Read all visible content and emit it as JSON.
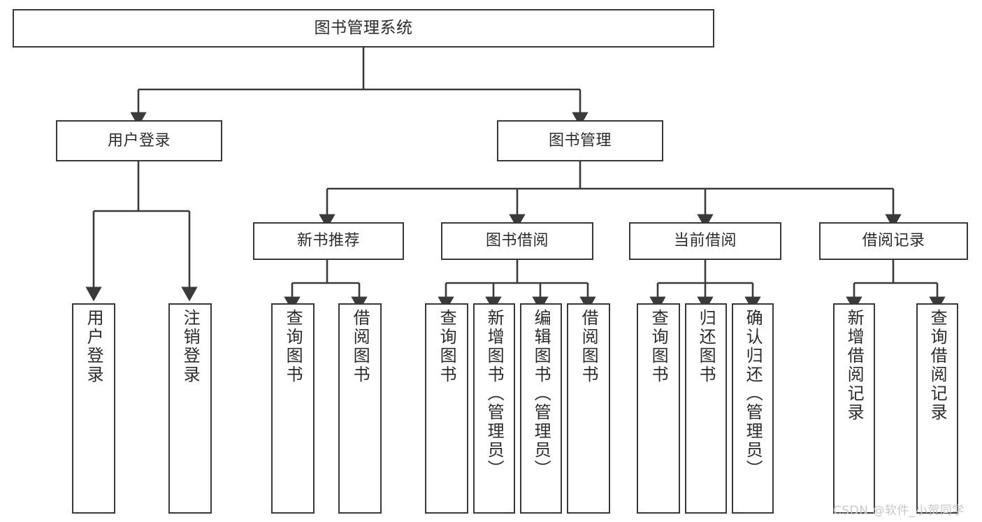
{
  "diagram": {
    "title": "图书管理系统",
    "type": "tree-hierarchy-diagram",
    "colors": {
      "box_border": "#3a3a3a",
      "box_fill": "#ffffff",
      "line": "#3a3a3a",
      "text": "#2b2b2b",
      "watermark": "#c8c8c8",
      "background": "#ffffff"
    },
    "root": {
      "label": "图书管理系统"
    },
    "level2": [
      {
        "label": "用户登录"
      },
      {
        "label": "图书管理"
      }
    ],
    "level3": [
      {
        "label": "新书推荐"
      },
      {
        "label": "图书借阅"
      },
      {
        "label": "当前借阅"
      },
      {
        "label": "借阅记录"
      }
    ],
    "leaves": {
      "user_login": [
        {
          "label": "用户登录"
        },
        {
          "label": "注销登录"
        }
      ],
      "new_book_recommend": [
        {
          "label": "查询图书"
        },
        {
          "label": "借阅图书"
        }
      ],
      "book_borrow": [
        {
          "label": "查询图书"
        },
        {
          "label": "新增图书（管理员）"
        },
        {
          "label": "编辑图书（管理员）"
        },
        {
          "label": "借阅图书"
        }
      ],
      "current_borrow": [
        {
          "label": "查询图书"
        },
        {
          "label": "归还图书"
        },
        {
          "label": "确认归还（管理员）"
        }
      ],
      "borrow_record": [
        {
          "label": "新增借阅记录"
        },
        {
          "label": "查询借阅记录"
        }
      ]
    }
  },
  "watermark": {
    "text": "CSDN @软件_小贺同学"
  }
}
